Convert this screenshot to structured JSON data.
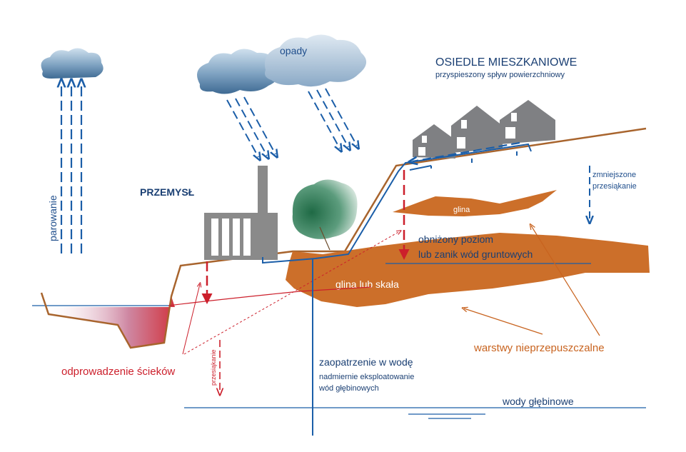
{
  "labels": {
    "opady": "opady",
    "parowanie": "parowanie",
    "przemysl": "PRZEMYSŁ",
    "osiedle_title": "OSIEDLE MIESZKANIOWE",
    "osiedle_sub": "przyspieszony spływ powierzchniowy",
    "zmniejszone_1": "zmniejszone",
    "zmniejszone_2": "przesiąkanie",
    "glina": "glina",
    "obnizony_1": "obniżony poziom",
    "obnizony_2": "lub zanik wód gruntowych",
    "glina_skala": "glina lub skała",
    "warstwy": "warstwy nieprzepuszczalne",
    "odprowadzenie": "odprowadzenie ścieków",
    "przesiakanie": "przesiąkanie",
    "zaopatrzenie_1": "zaopatrzenie w wodę",
    "zaopatrzenie_2": "nadmiernie eksploatowanie",
    "zaopatrzenie_3": "wód głębinowych",
    "wody_glebinowe": "wody głębinowe"
  },
  "colors": {
    "ground": "#a8642d",
    "clay": "#cc6f2a",
    "blue_line": "#1b5ea8",
    "red_arrow": "#cc1f2b",
    "factory": "#8a8a8a",
    "house": "#7f8083",
    "cloud": "#5f86a8",
    "tree": "#2f7a55"
  }
}
